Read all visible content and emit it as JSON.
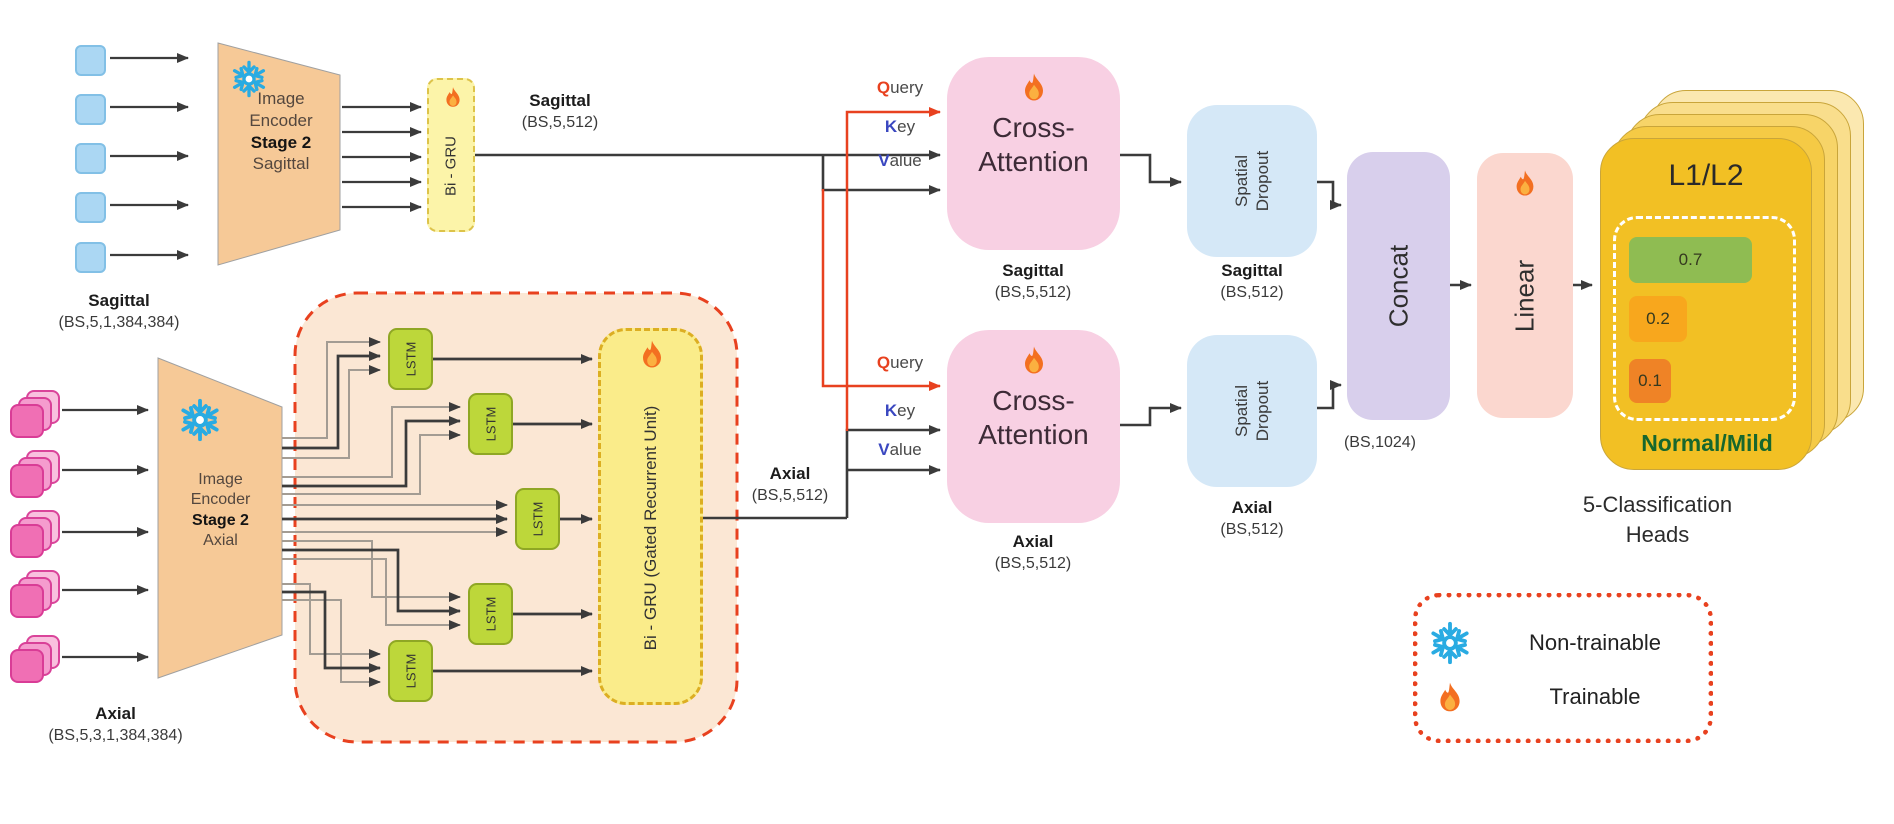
{
  "diagram": {
    "input_sagittal": {
      "title": "Sagittal",
      "shape": "(BS,5,1,384,384)"
    },
    "input_axial": {
      "title": "Axial",
      "shape": "(BS,5,3,1,384,384)"
    },
    "encoder_sagittal": {
      "l1": "Image",
      "l2": "Encoder",
      "l3": "Stage 2",
      "l4": "Sagittal"
    },
    "encoder_axial": {
      "l1": "Image",
      "l2": "Encoder",
      "l3": "Stage 2",
      "l4": "Axial"
    },
    "gru_sagittal": {
      "label": "Bi - GRU"
    },
    "gru_axial": {
      "label": "Bi - GRU (Gated Recurrent Unit)"
    },
    "lstm": {
      "label": "LSTM"
    },
    "wire_sagittal": {
      "title": "Sagittal",
      "shape": "(BS,5,512)"
    },
    "wire_axial": {
      "title": "Axial",
      "shape": "(BS,5,512)"
    },
    "qkv": {
      "q1": "Q",
      "q2": "uery",
      "k1": "K",
      "k2": "ey",
      "v1": "V",
      "v2": "alue"
    },
    "ca_top": {
      "l1": "Cross-",
      "l2": "Attention",
      "out_title": "Sagittal",
      "out_shape": "(BS,5,512)"
    },
    "ca_bottom": {
      "l1": "Cross-",
      "l2": "Attention",
      "out_title": "Axial",
      "out_shape": "(BS,5,512)"
    },
    "sd_top": {
      "l1": "Spatial",
      "l2": "Dropout",
      "out_title": "Sagittal",
      "out_shape": "(BS,512)"
    },
    "sd_bottom": {
      "l1": "Spatial",
      "l2": "Dropout",
      "out_title": "Axial",
      "out_shape": "(BS,512)"
    },
    "concat": {
      "label": "Concat",
      "shape": "(BS,1024)"
    },
    "linear": {
      "label": "Linear"
    },
    "heads": {
      "title": "L1/L2",
      "bars": [
        {
          "value": "0.7"
        },
        {
          "value": "0.2"
        },
        {
          "value": "0.1"
        }
      ],
      "class_label": "Normal/Mild",
      "caption1": "5-Classification",
      "caption2": "Heads"
    },
    "legend": {
      "non_trainable": "Non-trainable",
      "trainable": "Trainable"
    }
  },
  "palette": {
    "arrow": "#3b3b3b",
    "gray_wire": "#a39c93",
    "red_wire": "#e8411f",
    "blue_square": "#abd7f3",
    "pink_square": "#f06fb4",
    "encoder_fill": "#f6c997",
    "gru_sagittal_fill": "#fcf4a9",
    "gru_axial_fill": "#faec8a",
    "lstm_fill": "#bdd73a",
    "lstm_region_fill": "#fbe7d4",
    "cross_attention_fill": "#f8d0e3",
    "spatial_dropout_fill": "#d5e8f7",
    "concat_fill": "#d8cfec",
    "linear_fill": "#fbd7cf",
    "head_card_fill": "#f2c024",
    "bar_green": "#8fbc52",
    "bar_orange": "#f8a71d",
    "bar_deep_orange": "#ef8326",
    "class_label_green": "#17672d",
    "snowflake_blue": "#29abe2",
    "flame_orange": "#f36f21"
  }
}
